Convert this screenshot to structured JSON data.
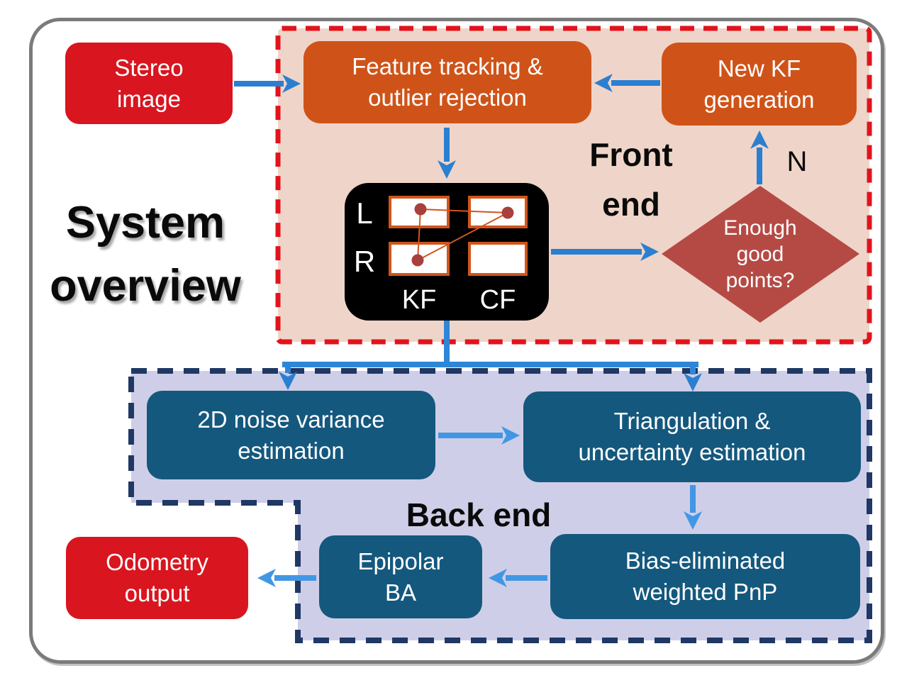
{
  "labels": {
    "title": "System\noverview",
    "front_end": "Front\nend",
    "back_end": "Back end",
    "no_branch": "N"
  },
  "nodes": {
    "stereo_image": {
      "label": "Stereo\nimage"
    },
    "feature_tracking": {
      "label": "Feature tracking &\noutlier rejection"
    },
    "new_kf_generation": {
      "label": "New KF\ngeneration"
    },
    "enough_good_points": {
      "label": "Enough\ngood\npoints?"
    },
    "noise_variance": {
      "label": "2D noise variance\nestimation"
    },
    "triangulation": {
      "label": "Triangulation &\nuncertainty estimation"
    },
    "weighted_pnp": {
      "label": "Bias-eliminated\nweighted PnP"
    },
    "epipolar_ba": {
      "label": "Epipolar\nBA"
    },
    "odometry_output": {
      "label": "Odometry\noutput"
    }
  },
  "frame_panel": {
    "left_camera": "L",
    "right_camera": "R",
    "keyframe": "KF",
    "current_frame": "CF"
  },
  "colors": {
    "red_node": "#d9151f",
    "orange_node": "#cf5318",
    "blue_node": "#14587e",
    "decision_diamond": "#b54a45",
    "front_end_fill": "#efd5c9",
    "front_end_border": "#e2131c",
    "back_end_fill": "#cfcee8",
    "back_end_border": "#1f3864",
    "arrow_front": "#2b7fd0",
    "arrow_back": "#4197e4",
    "panel_background": "#000000",
    "outer_frame": "#7b7b7b"
  }
}
